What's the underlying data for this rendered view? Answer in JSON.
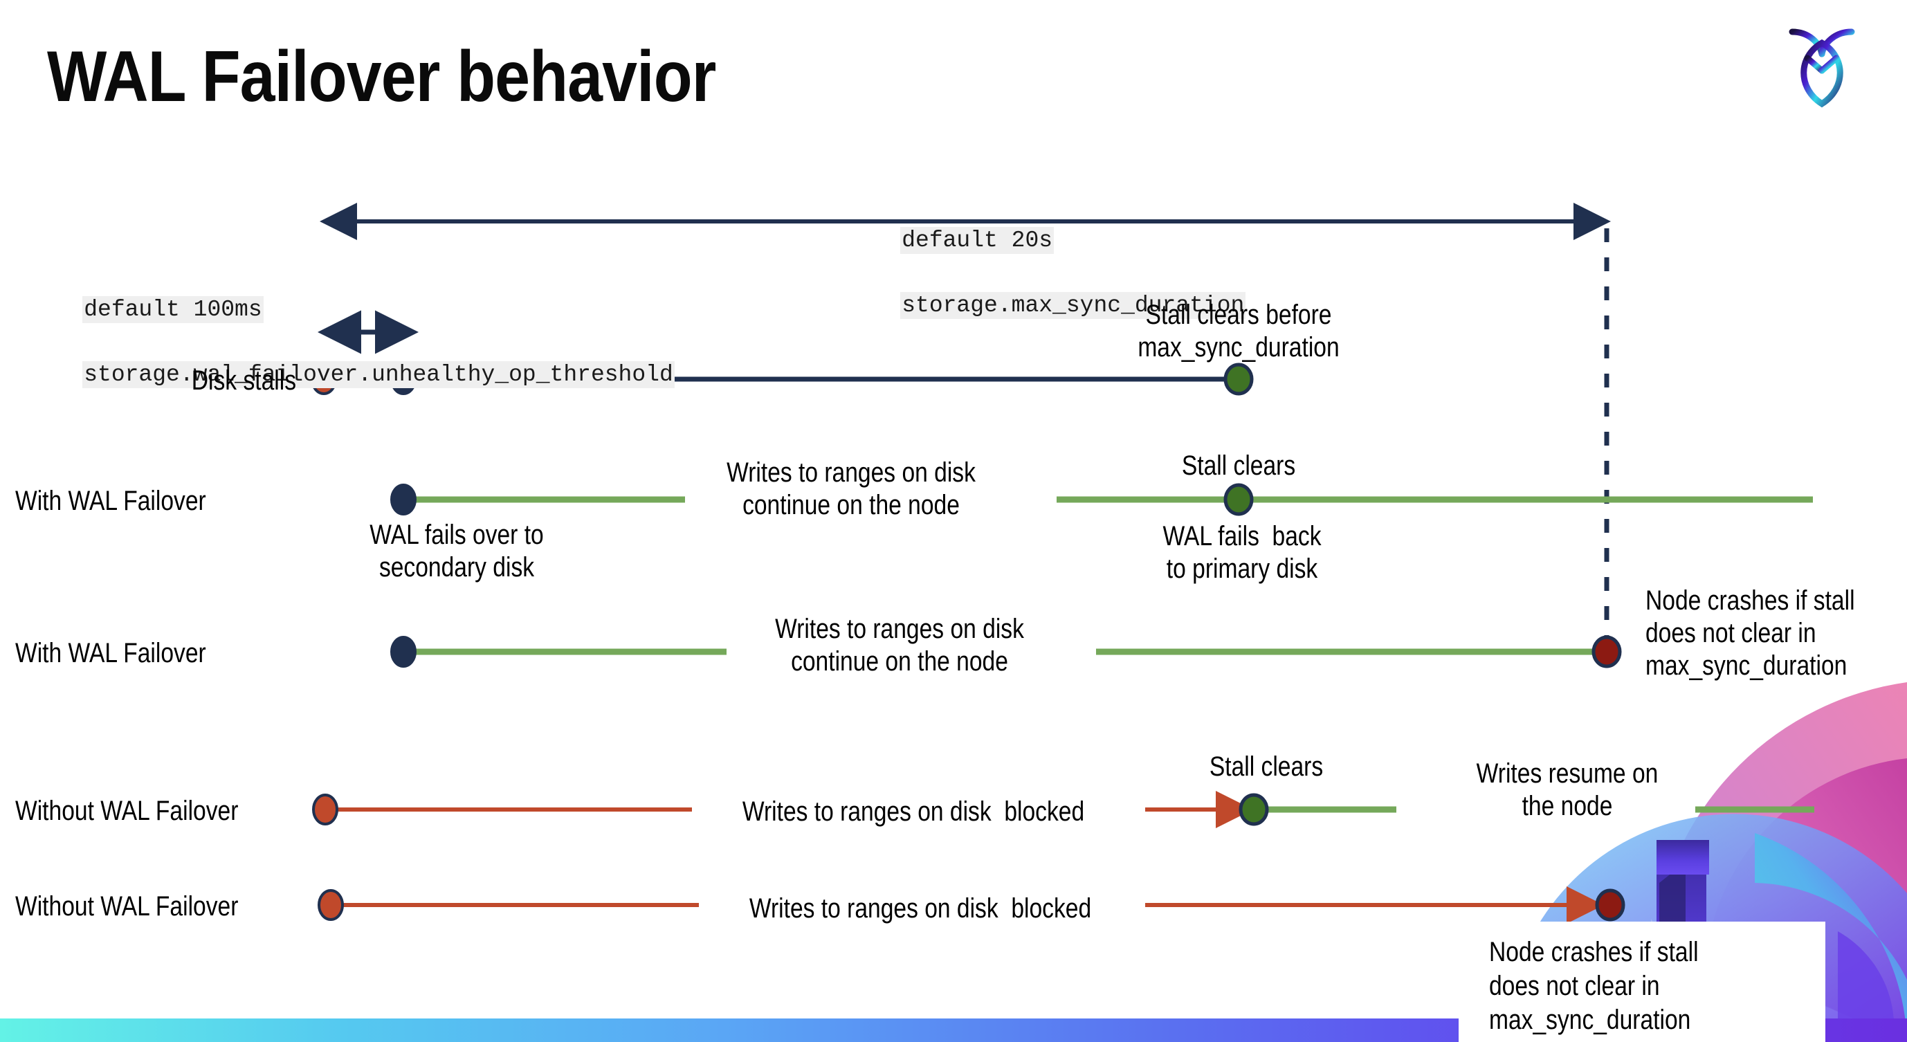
{
  "slide": {
    "title": "WAL Failover behavior",
    "logo_name": "cockroachdb-logo"
  },
  "settings": {
    "max_sync": {
      "default_label": "default 20s",
      "setting_label": "storage.max_sync_duration"
    },
    "unhealthy_op": {
      "default_label": "default 100ms",
      "setting_label": "storage.wal_failover.unhealthy_op_threshold"
    }
  },
  "rows": [
    {
      "id": "disk-stalls",
      "row_label": "Disk stalls",
      "annotation": "Stall clears before\nmax_sync_duration"
    },
    {
      "id": "with-wal-failover-clears",
      "row_label": "With WAL Failover",
      "start_note": "WAL fails over to\nsecondary disk",
      "middle_note": "Writes to ranges on disk\ncontinue on the node",
      "event_note": "Stall clears",
      "end_note": "WAL fails  back\nto primary disk"
    },
    {
      "id": "with-wal-failover-crash",
      "row_label": "With WAL Failover",
      "middle_note": "Writes to ranges on disk\ncontinue on the node",
      "crash_note": "Node crashes if stall\ndoes not clear in\nmax_sync_duration"
    },
    {
      "id": "without-wal-failover-clears",
      "row_label": "Without WAL Failover",
      "middle_note": "Writes to ranges on disk  blocked",
      "event_note": "Stall clears",
      "resume_note": "Writes resume on\nthe node"
    },
    {
      "id": "without-wal-failover-crash",
      "row_label": "Without WAL Failover",
      "middle_note": "Writes to ranges on disk  blocked",
      "crash_note": "Node crashes if stall\ndoes not clear in\nmax_sync_duration"
    }
  ],
  "colors": {
    "navy": "#20304f",
    "green_line": "#75a85a",
    "green_marker": "#3f7324",
    "orange": "#c0492b",
    "dark_red": "#8c1a12",
    "code_bg": "#efefef"
  }
}
